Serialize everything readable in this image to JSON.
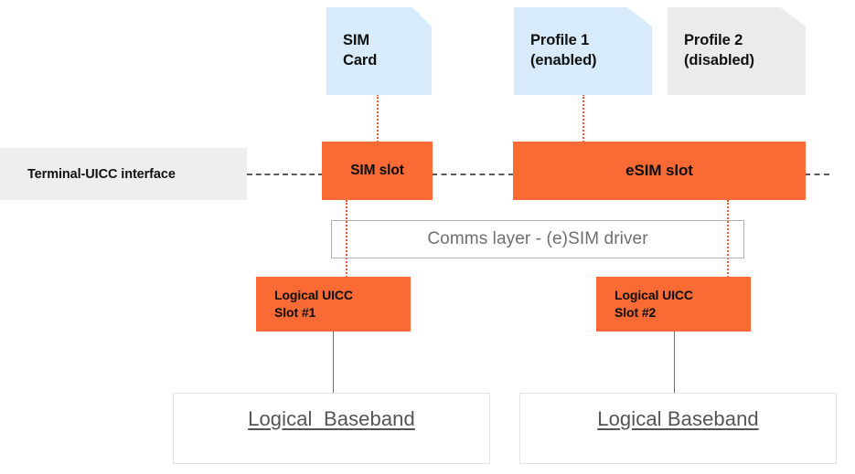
{
  "diagram": {
    "title_text": null,
    "colors": {
      "orange": "#f96a35",
      "light_blue": "#d7ebfb",
      "light_gray": "#ebebeb",
      "band_gray": "#eeeeee",
      "dotted_red": "#f4503c",
      "dashed_gray": "#5a5a5a",
      "comms_border": "#b3b3b3",
      "comms_text": "#6f6f6f",
      "baseband_text": "#555555"
    },
    "cards": [
      {
        "id": "sim-card",
        "line1": "SIM",
        "line2": "Card",
        "style": "blue"
      },
      {
        "id": "profile-1",
        "line1": "Profile 1",
        "line2": "(enabled)",
        "style": "blue"
      },
      {
        "id": "profile-2",
        "line1": "Profile 2",
        "line2": "(disabled)",
        "style": "gray"
      }
    ],
    "terminal_interface": {
      "label": "Terminal-UICC interface"
    },
    "slots": [
      {
        "id": "sim-slot",
        "label": "SIM slot"
      },
      {
        "id": "esim-slot",
        "label": "eSIM slot"
      }
    ],
    "comms_layer": {
      "label": "Comms layer - (e)SIM driver"
    },
    "logical_uicc_slots": [
      {
        "id": "logical-uicc-slot-1",
        "line1": "Logical UICC",
        "line2": "Slot #1"
      },
      {
        "id": "logical-uicc-slot-2",
        "line1": "Logical UICC",
        "line2": "Slot #2"
      }
    ],
    "basebands": [
      {
        "id": "baseband-1",
        "label": "Logical  Baseband"
      },
      {
        "id": "baseband-2",
        "label": "Logical Baseband"
      }
    ]
  }
}
